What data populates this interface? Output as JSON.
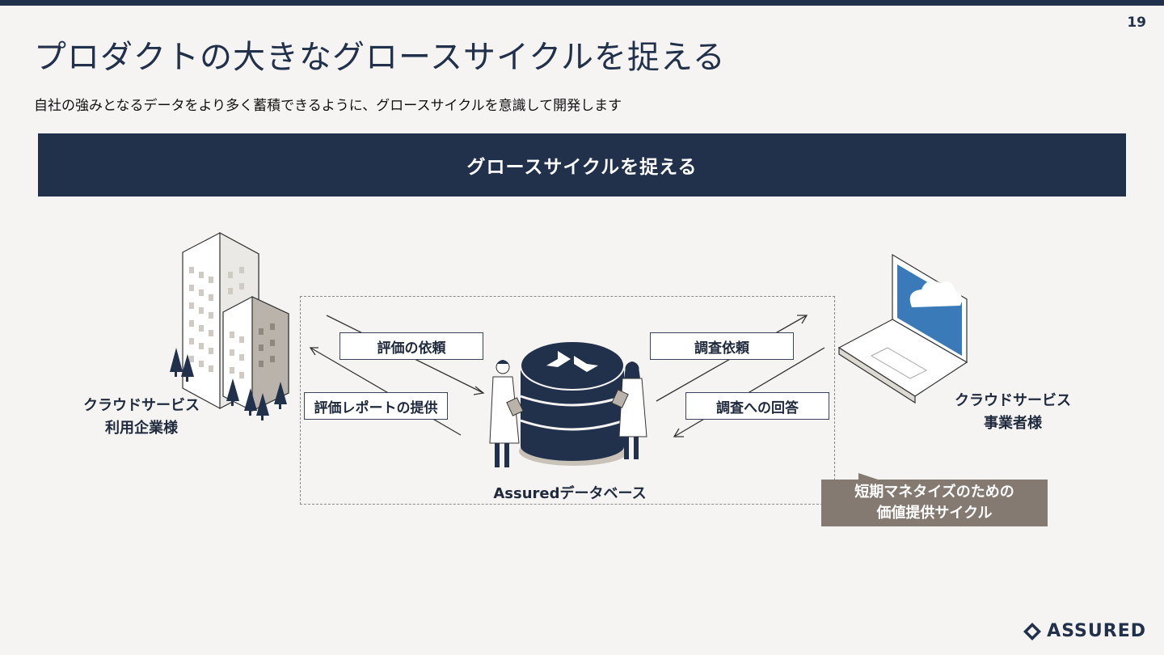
{
  "page_number": "19",
  "title": "プロダクトの大きなグロースサイクルを捉える",
  "subtitle": "自社の強みとなるデータをより多く蓄積できるように、グロースサイクルを意識して開発します",
  "banner": "グロースサイクルを捉える",
  "left_label_line1": "クラウドサービス",
  "left_label_line2": "利用企業様",
  "right_label_line1": "クラウドサービス",
  "right_label_line2": "事業者様",
  "flows": {
    "eval_request": "評価の依頼",
    "eval_report": "評価レポートの提供",
    "survey_request": "調査依頼",
    "survey_answer": "調査への回答"
  },
  "database_label": "Assuredデータベース",
  "cycle_line1": "短期マネタイズのための",
  "cycle_line2": "価値提供サイクル",
  "logo_text": "ASSURED",
  "icons": [
    "building-icon",
    "laptop-icon",
    "cloud-icon",
    "database-icon",
    "person-icon",
    "assured-logo-icon"
  ],
  "colors": {
    "navy": "#22314b",
    "taupe": "#847a72",
    "background": "#f5f4f2"
  }
}
